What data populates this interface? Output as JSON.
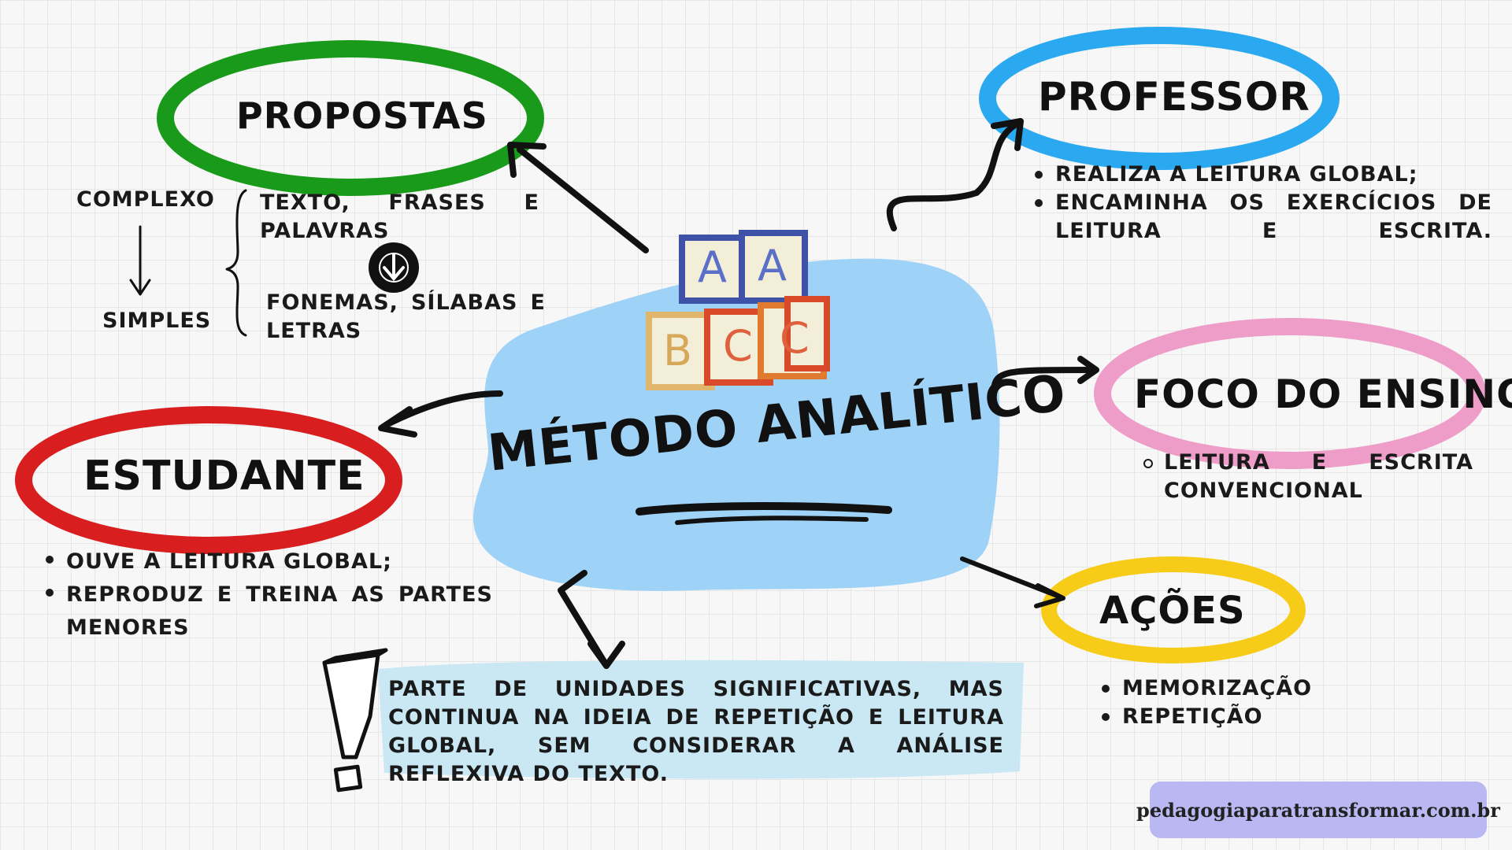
{
  "center": {
    "title": "MÉTODO ANALÍTICO"
  },
  "blocks": {
    "top": [
      "A",
      "A"
    ],
    "bottom": [
      "B",
      "C",
      "C"
    ]
  },
  "propostas": {
    "title": "PROPOSTAS",
    "left_top": "COMPLEXO",
    "left_bottom": "SIMPLES",
    "item1": "TEXTO, FRASES E PALAVRAS",
    "item2": "FONEMAS, SÍLABAS E LETRAS"
  },
  "professor": {
    "title": "PROFESSOR",
    "items": [
      "REALIZA A LEITURA GLOBAL;",
      "ENCAMINHA OS EXERCÍCIOS DE LEITURA E ESCRITA."
    ]
  },
  "foco": {
    "title": "FOCO DO ENSINO",
    "items": [
      "LEITURA E ESCRITA CONVENCIONAL"
    ]
  },
  "estudante": {
    "title": "ESTUDANTE",
    "items": [
      "OUVE A LEITURA GLOBAL;",
      "REPRODUZ E TREINA AS PARTES MENORES"
    ]
  },
  "acoes": {
    "title": "AÇÕES",
    "items": [
      "MEMORIZAÇÃO",
      "REPETIÇÃO"
    ]
  },
  "note": {
    "text": "PARTE DE UNIDADES SIGNIFICATIVAS, MAS CONTINUA NA IDEIA DE REPETIÇÃO E LEITURA GLOBAL, SEM CONSIDERAR A ANÁLISE REFLEXIVA DO TEXTO."
  },
  "footer": {
    "site": "pedagogiaparatransformar.com.br"
  },
  "colors": {
    "propostas": "#1a9a1a",
    "professor": "#2aa8f0",
    "foco": "#ee9cc8",
    "estudante": "#d81e1e",
    "acoes": "#f7cc18",
    "center_bg": "#9ed3f7",
    "note_bg": "#c9e8f4",
    "badge": "#b9b8f3"
  },
  "icons": [
    "arrow-down-circle-icon",
    "exclamation-icon",
    "brace-icon",
    "abc-blocks-icon"
  ]
}
